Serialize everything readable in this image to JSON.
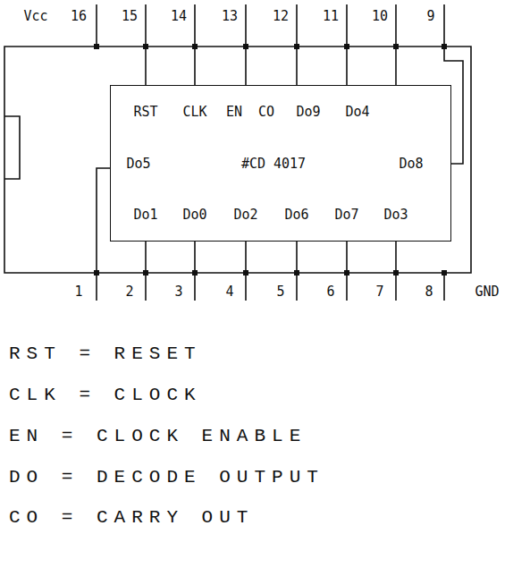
{
  "diagram": {
    "nodes": [
      {
        "text": [
          "#CD 4017"
        ]
      }
    ],
    "labels": [
      "Vcc",
      "16",
      "15",
      "14",
      "13",
      "12",
      "11",
      "10",
      "9",
      "RST",
      "CLK",
      "EN",
      "CO",
      "Do9",
      "Do4",
      "Do5",
      "Do8",
      "Do1",
      "Do0",
      "Do2",
      "Do6",
      "Do7",
      "Do3",
      "1",
      "2",
      "3",
      "4",
      "5",
      "6",
      "7",
      "8",
      "GND",
      "RST = RESET",
      "CLK = CLOCK",
      "EN = CLOCK ENABLE",
      "DO = DECODE OUTPUT",
      "CO = CARRY OUT"
    ]
  }
}
